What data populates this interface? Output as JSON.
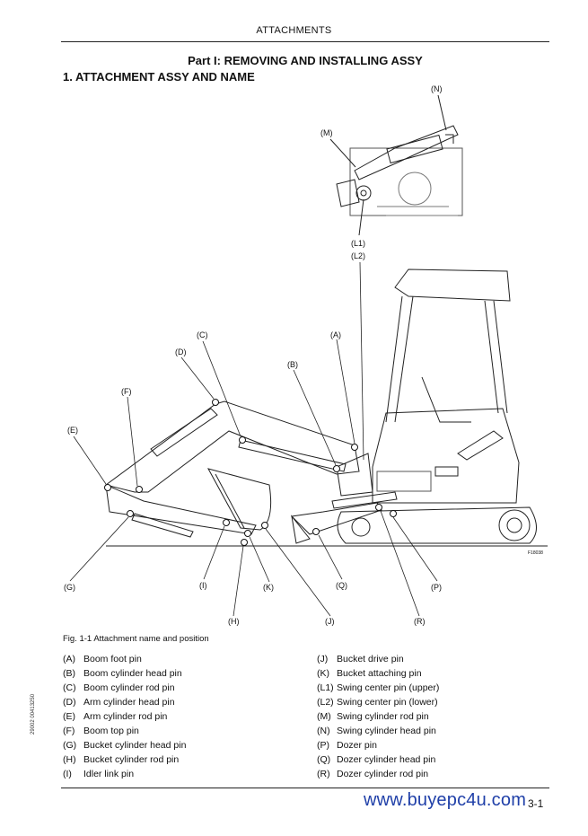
{
  "header": {
    "title": "ATTACHMENTS"
  },
  "part_title": "Part I: REMOVING AND INSTALLING ASSY",
  "section_title": "1. ATTACHMENT ASSY AND NAME",
  "figure": {
    "callouts": {
      "N": "(N)",
      "M": "(M)",
      "L1": "(L1)",
      "L2": "(L2)",
      "C": "(C)",
      "A": "(A)",
      "D": "(D)",
      "B": "(B)",
      "F": "(F)",
      "E": "(E)",
      "G": "(G)",
      "I": "(I)",
      "K": "(K)",
      "Q": "(Q)",
      "P": "(P)",
      "J": "(J)",
      "H": "(H)",
      "R": "(R)"
    },
    "drawing_code": "F18038",
    "caption": "Fig. 1-1 Attachment name and position"
  },
  "parts_left": [
    {
      "code": "(A)",
      "name": "Boom foot pin"
    },
    {
      "code": "(B)",
      "name": "Boom cylinder head pin"
    },
    {
      "code": "(C)",
      "name": "Boom cylinder rod pin"
    },
    {
      "code": "(D)",
      "name": "Arm cylinder head pin"
    },
    {
      "code": "(E)",
      "name": "Arm cylinder rod pin"
    },
    {
      "code": "(F)",
      "name": "Boom top pin"
    },
    {
      "code": "(G)",
      "name": "Bucket cylinder head pin"
    },
    {
      "code": "(H)",
      "name": "Bucket cylinder rod pin"
    },
    {
      "code": "(I)",
      "name": "Idler link pin"
    }
  ],
  "parts_right": [
    {
      "code": "(J)",
      "name": "Bucket drive pin"
    },
    {
      "code": "(K)",
      "name": "Bucket attaching pin"
    },
    {
      "code": "(L1)",
      "name": "Swing center pin (upper)"
    },
    {
      "code": "(L2)",
      "name": "Swing center pin (lower)"
    },
    {
      "code": "(M)",
      "name": "Swing cylinder rod pin"
    },
    {
      "code": "(N)",
      "name": "Swing cylinder head pin"
    },
    {
      "code": "(P)",
      "name": "Dozer pin"
    },
    {
      "code": "(Q)",
      "name": "Dozer cylinder head pin"
    },
    {
      "code": "(R)",
      "name": "Dozer cylinder rod pin"
    }
  ],
  "side_code": "29002 00413250",
  "page_number": "3-1",
  "watermark": "www.buyepc4u.com"
}
